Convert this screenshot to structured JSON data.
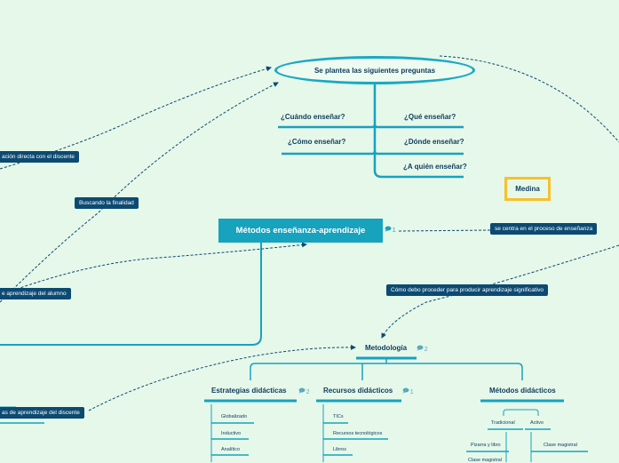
{
  "root_question": "Se plantea las siguientes preguntas",
  "questions": {
    "cuando": "¿Cuándo enseñar?",
    "que": "¿Qué enseñar?",
    "como": "¿Cómo enseñar?",
    "donde": "¿Dónde enseñar?",
    "quien": "¿A quién enseñar?"
  },
  "medina": "Medina",
  "central": {
    "title": "Métodos enseñanza-aprendizaje",
    "comment_count": "1"
  },
  "tags": {
    "relacion": "ación directa con el discente",
    "finalidad": "Buscando la finalidad",
    "proceso": "se centra en el proceso de enseñanza",
    "aprendizaje": "e aprendizaje del alumno",
    "proceder": "Cómo debo proceder para producir aprendizaje significativo",
    "estilos": "as de aprendizaje del discente"
  },
  "metodologia": {
    "title": "Metodología",
    "comment_count": "2"
  },
  "branches": {
    "estrategias": {
      "title": "Estrategias didácticas",
      "comment_count": "2",
      "items": [
        "Globalizado",
        "Inductivo",
        "Analítico"
      ]
    },
    "recursos": {
      "title": "Recursos didácticos",
      "comment_count": "1",
      "items": [
        "TICs",
        "Recursos tecnológicos",
        "Libros"
      ]
    },
    "metodos": {
      "title": "Métodos didácticos",
      "tradicional": "Tradicional",
      "activo": "Activo",
      "items_tradicional": [
        "Pizarra y libro",
        "Clase magistral"
      ],
      "items_activo": [
        "Clase magistral"
      ]
    }
  },
  "colors": {
    "accent": "#17a2bd",
    "dark": "#0c4a72",
    "highlight": "#f8c02a",
    "background": "#e6f8ea"
  }
}
